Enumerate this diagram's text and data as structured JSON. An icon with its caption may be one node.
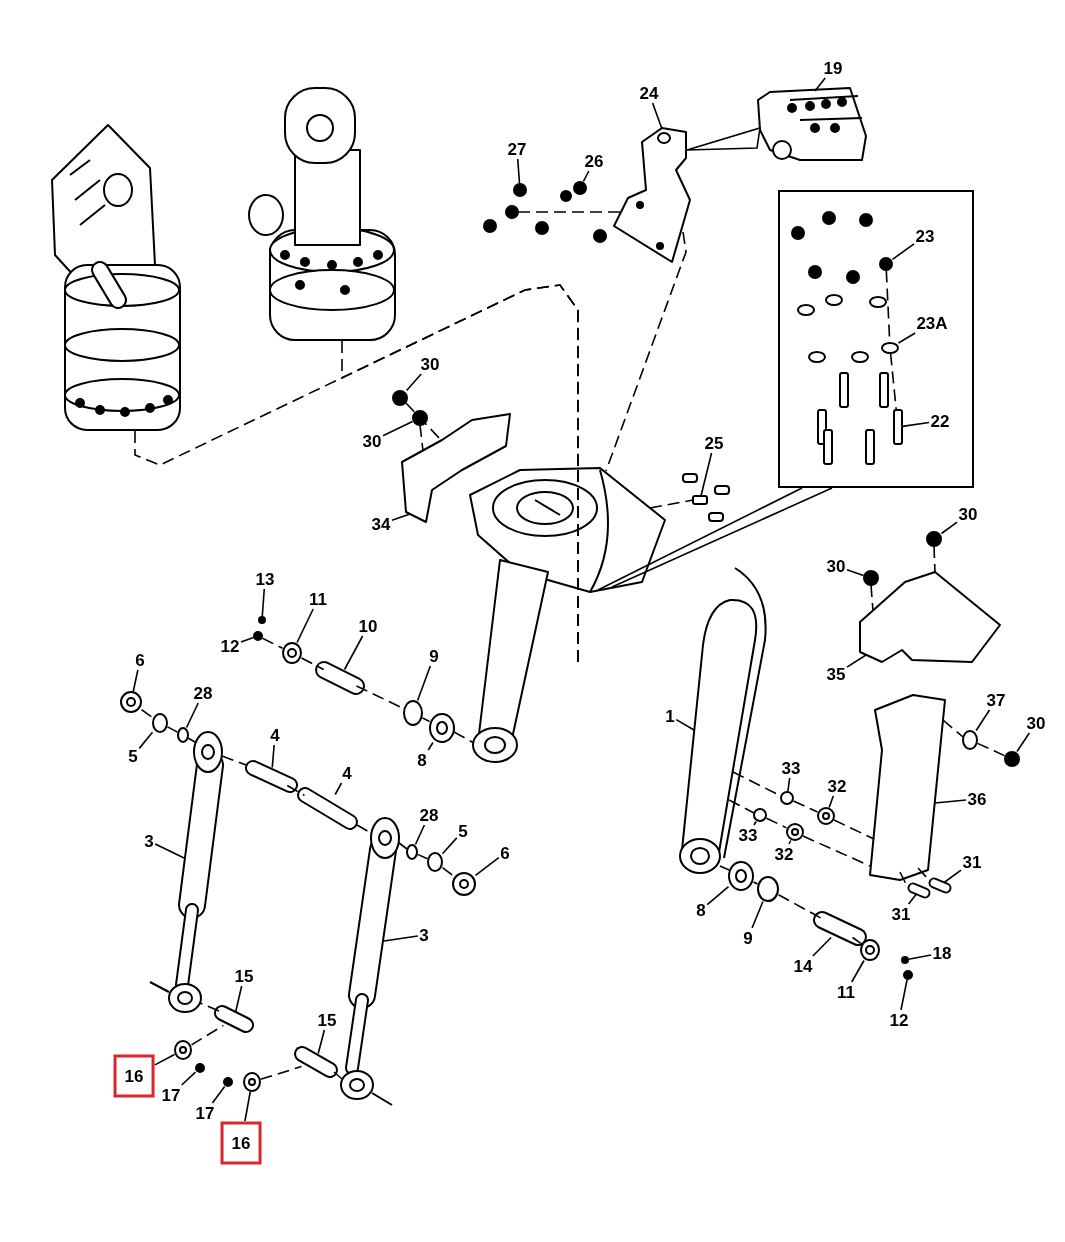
{
  "diagram": {
    "nodes": [
      {
        "text": [
          "19"
        ]
      },
      {
        "text": [
          "24"
        ]
      },
      {
        "text": [
          "27"
        ]
      },
      {
        "text": [
          "26"
        ]
      },
      {
        "text": [],
        "shape": "box"
      },
      {
        "text": [
          "23"
        ],
        "in": 4
      },
      {
        "text": [
          "23A"
        ],
        "in": 4
      },
      {
        "text": [
          "22"
        ],
        "in": 4
      },
      {
        "text": [
          "30"
        ]
      },
      {
        "text": [
          "30"
        ]
      },
      {
        "text": [
          "25"
        ]
      },
      {
        "text": [
          "34"
        ]
      },
      {
        "text": [
          "30"
        ]
      },
      {
        "text": [
          "30"
        ]
      },
      {
        "text": [
          "13"
        ]
      },
      {
        "text": [
          "11"
        ]
      },
      {
        "text": [
          "12"
        ]
      },
      {
        "text": [
          "10"
        ]
      },
      {
        "text": [
          "9"
        ]
      },
      {
        "text": [
          "6"
        ]
      },
      {
        "text": [
          "28"
        ]
      },
      {
        "text": [
          "1"
        ]
      },
      {
        "text": [
          "35"
        ]
      },
      {
        "text": [
          "37"
        ]
      },
      {
        "text": [
          "30"
        ]
      },
      {
        "text": [
          "4"
        ]
      },
      {
        "text": [
          "5"
        ]
      },
      {
        "text": [
          "8"
        ]
      },
      {
        "text": [
          "4"
        ]
      },
      {
        "text": [
          "33"
        ]
      },
      {
        "text": [
          "32"
        ]
      },
      {
        "text": [
          "36"
        ]
      },
      {
        "text": [
          "3"
        ]
      },
      {
        "text": [
          "28"
        ]
      },
      {
        "text": [
          "5"
        ]
      },
      {
        "text": [
          "6"
        ]
      },
      {
        "text": [
          "33"
        ]
      },
      {
        "text": [
          "32"
        ]
      },
      {
        "text": [
          "31"
        ]
      },
      {
        "text": [
          "3"
        ]
      },
      {
        "text": [
          "8"
        ]
      },
      {
        "text": [
          "9"
        ]
      },
      {
        "text": [
          "31"
        ]
      },
      {
        "text": [
          "18"
        ]
      },
      {
        "text": [
          "15"
        ]
      },
      {
        "text": [
          "14"
        ]
      },
      {
        "text": [
          "11"
        ]
      },
      {
        "text": [
          "12"
        ]
      },
      {
        "text": [
          "15"
        ]
      },
      {
        "text": [
          "16"
        ]
      },
      {
        "text": [
          "17"
        ]
      },
      {
        "text": [
          "17"
        ]
      },
      {
        "text": [
          "16"
        ]
      },
      {
        "text": [],
        "shape": "picture"
      },
      {
        "text": [],
        "shape": "picture"
      },
      {
        "text": [],
        "shape": "circle"
      },
      {
        "text": [],
        "shape": "circle"
      },
      {
        "text": [],
        "shape": "circle",
        "in": 4
      },
      {
        "text": [],
        "shape": "circle",
        "in": 4
      },
      {
        "text": [],
        "shape": "box",
        "in": 4
      },
      {
        "text": [],
        "shape": "circle"
      },
      {
        "text": [],
        "shape": "circle"
      },
      {
        "text": [],
        "shape": "box"
      },
      {
        "text": [],
        "shape": "picture"
      },
      {
        "text": [],
        "shape": "circle"
      },
      {
        "text": [],
        "shape": "circle"
      },
      {
        "text": [],
        "shape": "circle"
      },
      {
        "text": [],
        "shape": "picture"
      },
      {
        "text": [],
        "shape": "circle"
      },
      {
        "text": [],
        "shape": "picture"
      },
      {
        "text": [],
        "shape": "circle"
      },
      {
        "text": [],
        "shape": "picture"
      },
      {
        "text": [],
        "shape": "circle"
      },
      {
        "text": [],
        "shape": "picture"
      },
      {
        "text": [],
        "shape": "picture"
      },
      {
        "text": [],
        "shape": "circle"
      },
      {
        "text": [],
        "shape": "circle"
      },
      {
        "text": [],
        "shape": "picture"
      },
      {
        "text": [],
        "shape": "circle"
      },
      {
        "text": [],
        "shape": "picture"
      },
      {
        "text": [],
        "shape": "picture"
      },
      {
        "text": [],
        "shape": "circle"
      },
      {
        "text": [],
        "shape": "picture"
      },
      {
        "text": [],
        "shape": "picture"
      },
      {
        "text": [],
        "shape": "picture"
      },
      {
        "text": [],
        "shape": "circle"
      },
      {
        "text": [],
        "shape": "circle"
      },
      {
        "text": [],
        "shape": "picture"
      },
      {
        "text": [],
        "shape": "circle"
      },
      {
        "text": [],
        "shape": "picture"
      },
      {
        "text": [],
        "shape": "picture"
      },
      {
        "text": [],
        "shape": "picture"
      },
      {
        "text": [],
        "shape": "picture"
      },
      {
        "text": [],
        "shape": "circle"
      },
      {
        "text": [],
        "shape": "picture"
      },
      {
        "text": [],
        "shape": "circle"
      },
      {
        "text": [],
        "shape": "picture"
      },
      {
        "text": [],
        "shape": "picture"
      },
      {
        "text": [],
        "shape": "picture"
      },
      {
        "text": [],
        "shape": "circle"
      },
      {
        "text": [],
        "shape": "picture"
      },
      {
        "text": [],
        "shape": "picture"
      },
      {
        "text": [],
        "shape": "circle"
      },
      {
        "text": [],
        "shape": "circle"
      },
      {
        "text": [],
        "shape": "picture"
      },
      {
        "text": [],
        "shape": "picture"
      },
      {
        "text": [],
        "shape": "picture"
      },
      {
        "text": [],
        "shape": "picture"
      },
      {
        "text": [],
        "shape": "circle"
      }
    ],
    "edges": [
      {
        "from": 0,
        "to": 53,
        "arrow": "none"
      },
      {
        "from": 1,
        "to": 54,
        "arrow": "none"
      },
      {
        "from": 2,
        "to": 55,
        "arrow": "none"
      },
      {
        "from": 3,
        "to": 56,
        "arrow": "none"
      },
      {
        "from": 5,
        "to": 57,
        "arrow": "none"
      },
      {
        "from": 6,
        "to": 58,
        "arrow": "none"
      },
      {
        "from": 7,
        "to": 59,
        "arrow": "none"
      },
      {
        "from": 8,
        "to": 60,
        "arrow": "none"
      },
      {
        "from": 9,
        "to": 61,
        "arrow": "none"
      },
      {
        "from": 10,
        "to": 62,
        "arrow": "none"
      },
      {
        "from": 11,
        "to": 63,
        "arrow": "none"
      },
      {
        "from": 12,
        "to": 64,
        "arrow": "none"
      },
      {
        "from": 13,
        "to": 65,
        "arrow": "none"
      },
      {
        "from": 14,
        "to": 66,
        "arrow": "none"
      },
      {
        "from": 15,
        "to": 67,
        "arrow": "none"
      },
      {
        "from": 16,
        "to": 68,
        "arrow": "none"
      },
      {
        "from": 17,
        "to": 69,
        "arrow": "none"
      },
      {
        "from": 18,
        "to": 70,
        "arrow": "none"
      },
      {
        "from": 19,
        "to": 71,
        "arrow": "none"
      },
      {
        "from": 20,
        "to": 72,
        "arrow": "none"
      },
      {
        "from": 21,
        "to": 73,
        "arrow": "none"
      },
      {
        "from": 22,
        "to": 74,
        "arrow": "none"
      },
      {
        "from": 23,
        "to": 75,
        "arrow": "none"
      },
      {
        "from": 24,
        "to": 76,
        "arrow": "none"
      },
      {
        "from": 25,
        "to": 77,
        "arrow": "none"
      },
      {
        "from": 26,
        "to": 78,
        "arrow": "none"
      },
      {
        "from": 27,
        "to": 79,
        "arrow": "none"
      },
      {
        "from": 28,
        "to": 80,
        "arrow": "none"
      },
      {
        "from": 29,
        "to": 81,
        "arrow": "none"
      },
      {
        "from": 30,
        "to": 82,
        "arrow": "none"
      },
      {
        "from": 31,
        "to": 83,
        "arrow": "none"
      },
      {
        "from": 32,
        "to": 84,
        "arrow": "none"
      },
      {
        "from": 33,
        "to": 85,
        "arrow": "none"
      },
      {
        "from": 34,
        "to": 86,
        "arrow": "none"
      },
      {
        "from": 35,
        "to": 87,
        "arrow": "none"
      },
      {
        "from": 36,
        "to": 88,
        "arrow": "none"
      },
      {
        "from": 37,
        "to": 89,
        "arrow": "none"
      },
      {
        "from": 38,
        "to": 90,
        "arrow": "none"
      },
      {
        "from": 39,
        "to": 91,
        "arrow": "none"
      },
      {
        "from": 40,
        "to": 92,
        "arrow": "none"
      },
      {
        "from": 41,
        "to": 93,
        "arrow": "none"
      },
      {
        "from": 42,
        "to": 94,
        "arrow": "none"
      },
      {
        "from": 43,
        "to": 95,
        "arrow": "none"
      },
      {
        "from": 44,
        "to": 96,
        "arrow": "none"
      },
      {
        "from": 45,
        "to": 97,
        "arrow": "none"
      },
      {
        "from": 46,
        "to": 98,
        "arrow": "none"
      },
      {
        "from": 47,
        "to": 99,
        "arrow": "none"
      },
      {
        "from": 48,
        "to": 100,
        "arrow": "none"
      },
      {
        "from": 49,
        "to": 101,
        "arrow": "none"
      },
      {
        "from": 50,
        "to": 102,
        "arrow": "none"
      },
      {
        "from": 51,
        "to": 103,
        "arrow": "none"
      },
      {
        "from": 52,
        "to": 104,
        "arrow": "none"
      },
      {
        "from": 54,
        "to": 53,
        "arrow": "none"
      },
      {
        "from": 105,
        "to": 107,
        "arrow": "none",
        "style": "dashed"
      },
      {
        "from": 106,
        "to": 107,
        "arrow": "none",
        "style": "dashed"
      },
      {
        "from": 54,
        "to": 107,
        "arrow": "none",
        "style": "dashed"
      },
      {
        "from": 108,
        "to": 54,
        "arrow": "none",
        "style": "dashed"
      },
      {
        "from": 57,
        "to": 58,
        "arrow": "none",
        "style": "dashed"
      },
      {
        "from": 58,
        "to": 59,
        "arrow": "none",
        "style": "dashed"
      },
      {
        "from": 60,
        "to": 63,
        "arrow": "none",
        "style": "dashed"
      },
      {
        "from": 61,
        "to": 63,
        "arrow": "none",
        "style": "dashed"
      },
      {
        "from": 107,
        "to": 62,
        "arrow": "none",
        "style": "dashed"
      },
      {
        "from": 64,
        "to": 74,
        "arrow": "none",
        "style": "dashed"
      },
      {
        "from": 65,
        "to": 74,
        "arrow": "none",
        "style": "dashed"
      },
      {
        "from": 68,
        "to": 67,
        "arrow": "none",
        "style": "dashed"
      },
      {
        "from": 67,
        "to": 69,
        "arrow": "none",
        "style": "dashed"
      },
      {
        "from": 69,
        "to": 70,
        "arrow": "none",
        "style": "dashed"
      },
      {
        "from": 70,
        "to": 79,
        "arrow": "none",
        "style": "dashed"
      },
      {
        "from": 79,
        "to": 107,
        "arrow": "none",
        "style": "dashed"
      },
      {
        "from": 71,
        "to": 78,
        "arrow": "none",
        "style": "dashed"
      },
      {
        "from": 78,
        "to": 72,
        "arrow": "none",
        "style": "dashed"
      },
      {
        "from": 72,
        "to": 84,
        "arrow": "none",
        "style": "dashed"
      },
      {
        "from": 84,
        "to": 77,
        "arrow": "none",
        "style": "dashed"
      },
      {
        "from": 77,
        "to": 80,
        "arrow": "none",
        "style": "dashed"
      },
      {
        "from": 80,
        "to": 91,
        "arrow": "none",
        "style": "dashed"
      },
      {
        "from": 91,
        "to": 85,
        "arrow": "none",
        "style": "dashed"
      },
      {
        "from": 85,
        "to": 86,
        "arrow": "none",
        "style": "dashed"
      },
      {
        "from": 86,
        "to": 87,
        "arrow": "none",
        "style": "dashed"
      },
      {
        "from": 73,
        "to": 92,
        "arrow": "none",
        "style": "dashed"
      },
      {
        "from": 92,
        "to": 93,
        "arrow": "none",
        "style": "dashed"
      },
      {
        "from": 93,
        "to": 97,
        "arrow": "none",
        "style": "dashed"
      },
      {
        "from": 97,
        "to": 98,
        "arrow": "none",
        "style": "dashed"
      },
      {
        "from": 73,
        "to": 81,
        "arrow": "none",
        "style": "dashed"
      },
      {
        "from": 81,
        "to": 82,
        "arrow": "none",
        "style": "dashed"
      },
      {
        "from": 82,
        "to": 83,
        "arrow": "none",
        "style": "dashed"
      },
      {
        "from": 73,
        "to": 88,
        "arrow": "none",
        "style": "dashed"
      },
      {
        "from": 88,
        "to": 89,
        "arrow": "none",
        "style": "dashed"
      },
      {
        "from": 89,
        "to": 83,
        "arrow": "none",
        "style": "dashed"
      },
      {
        "from": 83,
        "to": 75,
        "arrow": "none",
        "style": "dashed"
      },
      {
        "from": 75,
        "to": 76,
        "arrow": "none",
        "style": "dashed"
      },
      {
        "from": 83,
        "to": 94,
        "arrow": "none",
        "style": "dashed"
      },
      {
        "from": 83,
        "to": 90,
        "arrow": "none",
        "style": "dashed"
      },
      {
        "from": 101,
        "to": 96,
        "arrow": "none",
        "style": "dashed"
      },
      {
        "from": 96,
        "to": 84,
        "arrow": "none",
        "style": "dashed"
      },
      {
        "from": 104,
        "to": 100,
        "arrow": "none",
        "style": "dashed"
      },
      {
        "from": 100,
        "to": 91,
        "arrow": "none",
        "style": "dashed"
      },
      {
        "from": 4,
        "to": 107,
        "arrow": "none"
      },
      {
        "from": 4,
        "to": 107,
        "arrow": "none"
      }
    ]
  }
}
